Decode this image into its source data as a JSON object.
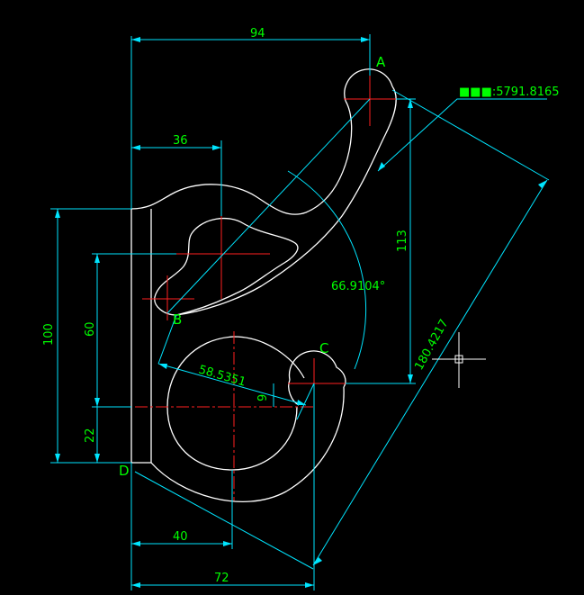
{
  "drawing": {
    "points": {
      "A": "A",
      "B": "B",
      "C": "C",
      "D": "D"
    },
    "dimensions": {
      "width_top": "94",
      "offset_36": "36",
      "height_113": "113",
      "angle": "66.9104°",
      "diag_long": "180.4217",
      "len_58": "58.5351",
      "small_9": "9",
      "height_100": "100",
      "height_60": "60",
      "height_22": "22",
      "bottom_40": "40",
      "bottom_72": "72"
    },
    "leader_label": "■■■:5791.8165",
    "colors": {
      "background": "#000000",
      "dimension": "#00e5ff",
      "text": "#00ff00",
      "geometry": "#ffffff",
      "centerline": "#ff2020"
    }
  }
}
